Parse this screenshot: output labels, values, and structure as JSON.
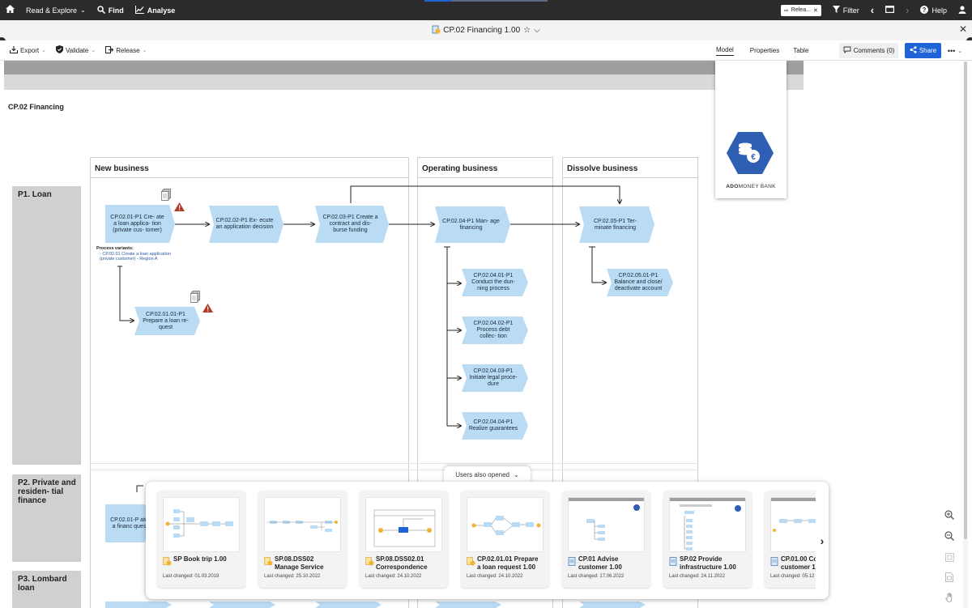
{
  "topbar": {
    "home_icon": "home-icon",
    "read_explore": "Read & Explore",
    "find": "Find",
    "analyse": "Analyse",
    "release_chip": "Relea...",
    "filter": "Filter",
    "help": "Help"
  },
  "titlebar": {
    "title": "CP.02 Financing 1.00",
    "star": "☆",
    "caret": "⌵"
  },
  "toolbar": {
    "export": "Export",
    "validate": "Validate",
    "release": "Release",
    "tabs": [
      {
        "label": "Model",
        "active": true
      },
      {
        "label": "Properties",
        "active": false
      },
      {
        "label": "Table",
        "active": false
      }
    ],
    "comments": "Comments (0)",
    "share": "Share",
    "more": "•••"
  },
  "canvas": {
    "doc_title": "CP.02 Financing",
    "logo": {
      "brand_bold": "ADO",
      "brand_rest": "MONEY BANK",
      "color": "#2f5fb3"
    },
    "lanes": [
      {
        "label": "New business"
      },
      {
        "label": "Operating business"
      },
      {
        "label": "Dissolve business"
      }
    ],
    "rows": [
      {
        "label": "P1. Loan"
      },
      {
        "label": "P2. Private and residen- tial finance"
      },
      {
        "label": "P3. Lombard loan"
      }
    ],
    "processes": {
      "p1": "CP.02.01-P1 Cre- ate a loan applica- tion (private cus- tomer)",
      "p2": "CP.02.02-P1 Ex- ecute an application decision",
      "p3": "CP.02.03-P1 Create a contract and dis- burse funding",
      "p4": "CP.02.04-P1 Man- age financing",
      "p5": "CP.02.05-P1 Ter- minate financing",
      "p6": "CP.02.01.01-P1 Prepare a loan re- quest",
      "p7": "CP.02.04.01-P1 Conduct the dun- ning process",
      "p8": "CP.02.04.02-P1 Process debt collec- tion",
      "p9": "CP.02.04.03-P1 Initiate legal proce- dure",
      "p10": "CP.02.04.04-P1 Realize guarantees",
      "p11": "CP.02.05.01-P1 Balance and close/ deactivate account",
      "p12": "CP.02.01-P ate a financ ques"
    },
    "variants": {
      "title": "Process variants:",
      "item1": "- CP.02.01 Create a loan application",
      "item2": "(private customer) - Region A"
    },
    "accent": "#b9dbf4"
  },
  "popup": {
    "tab_label": "Users also opened",
    "cards": [
      {
        "title1": "SP Book trip 1.00",
        "title2": "",
        "date": "Last changed: 01.03.2019"
      },
      {
        "title1": "SP.08.DSS02",
        "title2": "Manage Service",
        "date": "Last changed: 25.10.2022"
      },
      {
        "title1": "SP.08.DSS02.01",
        "title2": "Correspondence",
        "date": "Last changed: 24.10.2022"
      },
      {
        "title1": "CP.02.01.01 Prepare",
        "title2": "a loan request 1.00",
        "date": "Last changed: 24.10.2022"
      },
      {
        "title1": "CP.01 Advise",
        "title2": "customer 1.00",
        "date": "Last changed: 17.06.2022"
      },
      {
        "title1": "SP.02 Provide",
        "title2": "infrastructure 1.00",
        "date": "Last changed: 24.11.2022"
      },
      {
        "title1": "CP.01.00 Co",
        "title2": "customer 1",
        "date": "Last changed: 05.12"
      }
    ],
    "next": "›"
  }
}
